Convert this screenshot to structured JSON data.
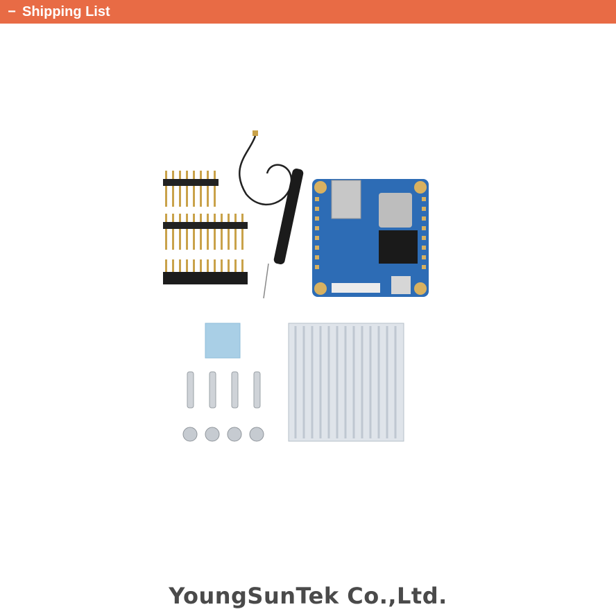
{
  "header": {
    "toggle_symbol": "−",
    "title": "Shipping List"
  },
  "photo": {
    "items": [
      "pin-header-strips",
      "wifi-antenna",
      "circuit-board",
      "thermal-pad",
      "screws",
      "nuts",
      "heatsink"
    ]
  },
  "footer": {
    "company": "YoungSunTek Co.,Ltd."
  },
  "colors": {
    "header_bg": "#e86b45",
    "board_blue": "#2d6cb5",
    "pad_blue": "#a9cfe6",
    "heatsink_silver": "#dfe4ea"
  }
}
